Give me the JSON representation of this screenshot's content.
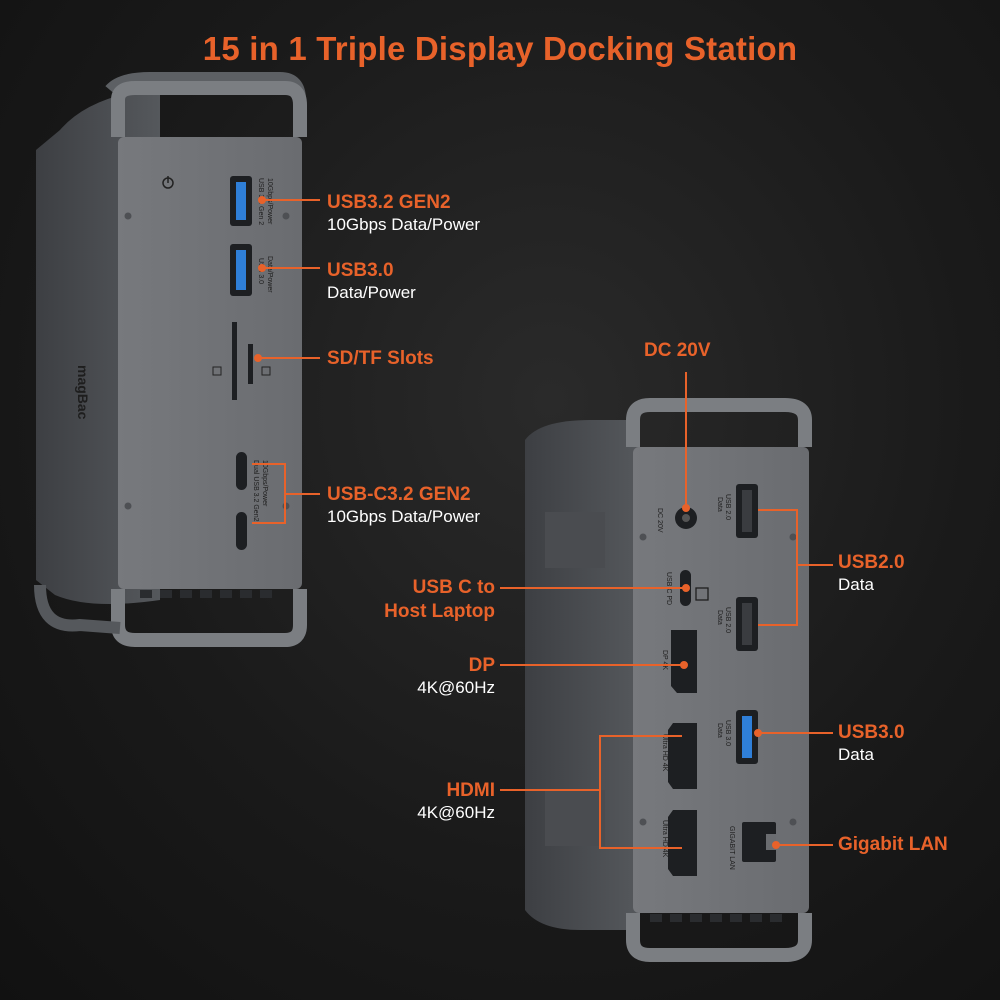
{
  "title": "15 in 1 Triple Display Docking Station",
  "colors": {
    "accent": "#e8622a",
    "body": "#6a6d72",
    "text": "#ffffff",
    "background": "#1a1a1a"
  },
  "brand": "magBac",
  "front_labels": [
    {
      "title": "USB3.2 GEN2",
      "sub": "10Gbps Data/Power"
    },
    {
      "title": "USB3.0",
      "sub": "Data/Power"
    },
    {
      "title": "SD/TF Slots",
      "sub": ""
    },
    {
      "title": "USB-C3.2 GEN2",
      "sub": "10Gbps Data/Power"
    }
  ],
  "back_labels": {
    "dc": {
      "title": "DC 20V"
    },
    "usbc_host": {
      "title": "USB C to\nHost Laptop"
    },
    "dp": {
      "title": "DP",
      "sub": "4K@60Hz"
    },
    "hdmi": {
      "title": "HDMI",
      "sub": "4K@60Hz"
    },
    "usb20": {
      "title": "USB2.0",
      "sub": "Data"
    },
    "usb30": {
      "title": "USB3.0",
      "sub": "Data"
    },
    "lan": {
      "title": "Gigabit LAN"
    }
  },
  "port_print": {
    "front_usb32": "USB 3.2 Gen 2\n10Gbps/Power",
    "front_usb30": "USB 3.0\nData/Power",
    "front_usbc": "Dual USB 3.2 Gen2\n10Gbps/Power",
    "dc": "DC 20V",
    "usbc_pd": "USB C PD",
    "dp": "DP 4K",
    "hdmi": "Ultra HD 4K",
    "usb20": "USB 2.0\nData",
    "usb30": "USB 3.0\nData",
    "lan": "GIGABIT LAN"
  }
}
